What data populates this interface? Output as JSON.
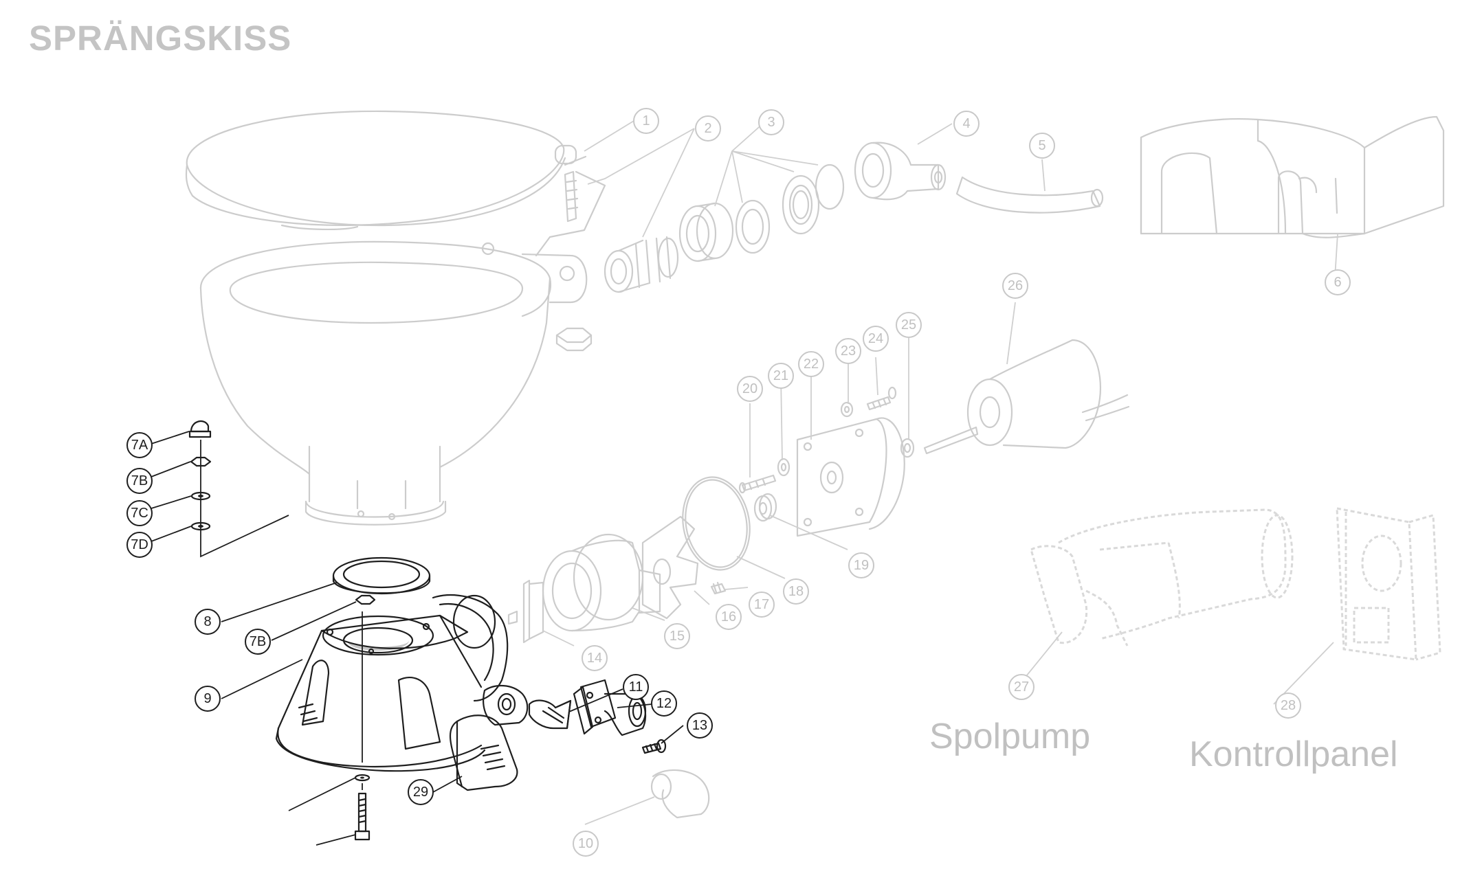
{
  "title": "SPRÄNGSKISS",
  "group_labels": {
    "pump": "Spolpump",
    "panel": "Kontrollpanel"
  },
  "callouts": [
    {
      "id": "c1",
      "label": "1",
      "style": "faint"
    },
    {
      "id": "c2",
      "label": "2",
      "style": "faint"
    },
    {
      "id": "c3",
      "label": "3",
      "style": "faint"
    },
    {
      "id": "c4",
      "label": "4",
      "style": "faint"
    },
    {
      "id": "c5",
      "label": "5",
      "style": "faint"
    },
    {
      "id": "c6",
      "label": "6",
      "style": "faint"
    },
    {
      "id": "c7A",
      "label": "7A",
      "style": "dark"
    },
    {
      "id": "c7B",
      "label": "7B",
      "style": "dark"
    },
    {
      "id": "c7C",
      "label": "7C",
      "style": "dark"
    },
    {
      "id": "c7D",
      "label": "7D",
      "style": "dark"
    },
    {
      "id": "c8",
      "label": "8",
      "style": "dark"
    },
    {
      "id": "c7B2",
      "label": "7B",
      "style": "dark"
    },
    {
      "id": "c9",
      "label": "9",
      "style": "dark"
    },
    {
      "id": "c10",
      "label": "10",
      "style": "faint"
    },
    {
      "id": "c11",
      "label": "11",
      "style": "dark"
    },
    {
      "id": "c12",
      "label": "12",
      "style": "dark"
    },
    {
      "id": "c13",
      "label": "13",
      "style": "dark"
    },
    {
      "id": "c14",
      "label": "14",
      "style": "faint"
    },
    {
      "id": "c15",
      "label": "15",
      "style": "faint"
    },
    {
      "id": "c16",
      "label": "16",
      "style": "faint"
    },
    {
      "id": "c17",
      "label": "17",
      "style": "faint"
    },
    {
      "id": "c18",
      "label": "18",
      "style": "faint"
    },
    {
      "id": "c19",
      "label": "19",
      "style": "faint"
    },
    {
      "id": "c20",
      "label": "20",
      "style": "faint"
    },
    {
      "id": "c21",
      "label": "21",
      "style": "faint"
    },
    {
      "id": "c22",
      "label": "22",
      "style": "faint"
    },
    {
      "id": "c23",
      "label": "23",
      "style": "faint"
    },
    {
      "id": "c24",
      "label": "24",
      "style": "faint"
    },
    {
      "id": "c25",
      "label": "25",
      "style": "faint"
    },
    {
      "id": "c26",
      "label": "26",
      "style": "faint"
    },
    {
      "id": "c27",
      "label": "27",
      "style": "faint"
    },
    {
      "id": "c28",
      "label": "28",
      "style": "faint"
    },
    {
      "id": "c29",
      "label": "29",
      "style": "dark"
    }
  ]
}
